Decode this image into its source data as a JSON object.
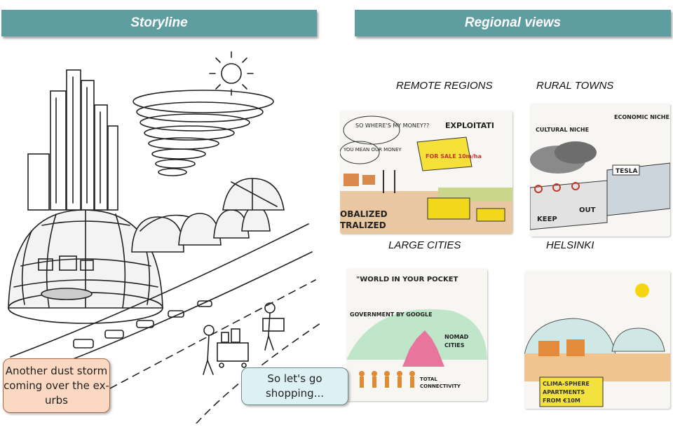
{
  "banners": {
    "left": "Storyline",
    "right": "Regional views"
  },
  "captions": {
    "remote_regions": "REMOTE REGIONS",
    "rural_towns": "RURAL TOWNS",
    "large_cities": "LARGE CITIES",
    "helsinki": "HELSINKI"
  },
  "callouts": {
    "dust": "Another dust storm coming over the ex-urbs",
    "shopping": "So let's go shopping..."
  },
  "thumbs": {
    "remote": {
      "speech_1": "SO WHERE'S MY MONEY??",
      "speech_2": "YOU MEAN OUR MONEY",
      "heading": "EXPLOITATI",
      "sign": "FOR SALE 10m/ha",
      "footer_1": "OBALIZED",
      "footer_2": "TRALIZED"
    },
    "rural": {
      "label_1": "CULTURAL NICHE",
      "label_2": "ECONOMIC NICHE",
      "sign": "TESLA",
      "footer_1": "KEEP",
      "footer_2": "OUT"
    },
    "cities": {
      "heading": "\"WORLD IN YOUR POCKET",
      "gov": "GOVERNMENT BY GOOGLE",
      "nomad_1": "NOMAD",
      "nomad_2": "CITIES",
      "total_1": "TOTAL",
      "total_2": "CONNECTIVITY"
    },
    "helsinki": {
      "sign_1": "CLIMA-SPHERE",
      "sign_2": "APARTMENTS",
      "sign_3": "FROM €10M"
    }
  },
  "colors": {
    "banner": "#5e9ea0",
    "dust_bubble": "#fbd8c2",
    "shop_bubble": "#ddf0f4"
  }
}
